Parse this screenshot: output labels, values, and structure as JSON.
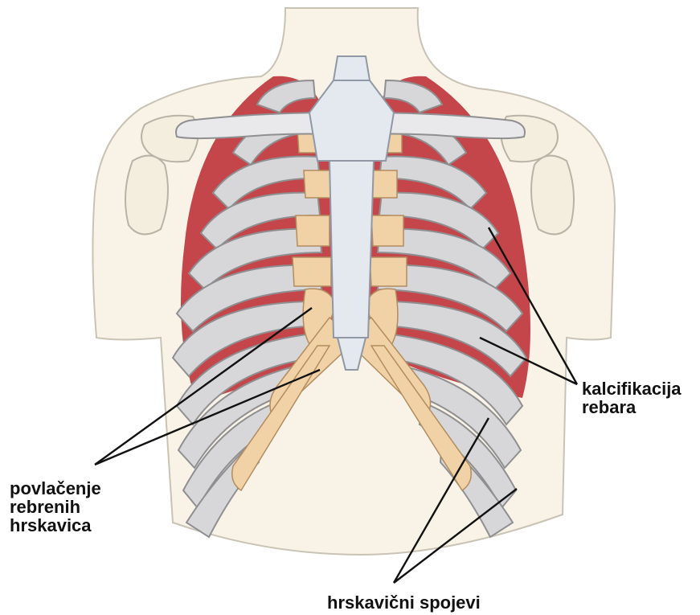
{
  "labels": {
    "calcification": [
      "kalcifikacija",
      "rebara"
    ],
    "retraction": [
      "povlačenje",
      "rebrenih",
      "hrskavica"
    ],
    "joints": "hrskavični spojevi"
  },
  "colors": {
    "skin": "#f8f3e6",
    "skin_outline": "#c9c3b5",
    "bone": "#d7d7d9",
    "bone_outline": "#8f8f92",
    "lung": "#c4464a",
    "cartilage": "#f1d1a6",
    "sternum": "#e4e9f0",
    "pointer_line": "#111111"
  }
}
